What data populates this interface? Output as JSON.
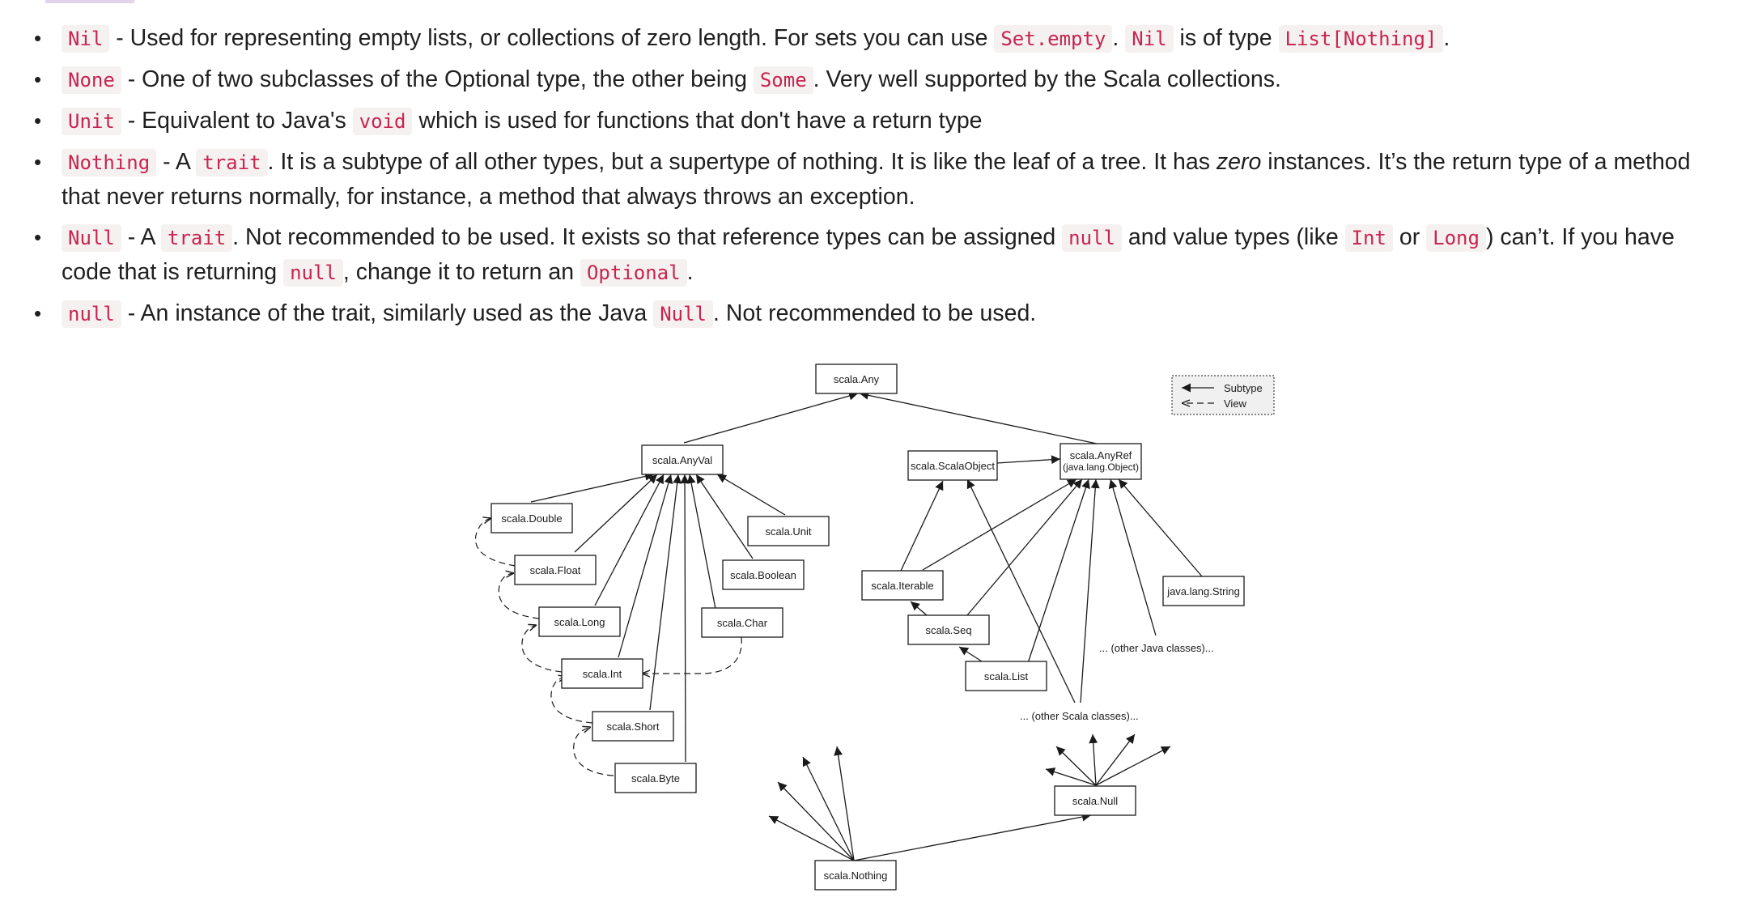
{
  "list": {
    "nil": {
      "code": "Nil",
      "t1": " - Used for representing empty lists, or collections of zero length. For sets you can use ",
      "code2": "Set.empty",
      "t2": ". ",
      "code3": "Nil",
      "t3": " is of type ",
      "code4": "List[Nothing]",
      "t4": "."
    },
    "none": {
      "code": "None",
      "t1": " - One of two subclasses of the Optional type, the other being ",
      "code2": "Some",
      "t2": ". Very well supported by the Scala collections."
    },
    "unit": {
      "code": "Unit",
      "t1": " - Equivalent to Java's ",
      "code2": "void",
      "t2": " which is used for functions that don't have a return type"
    },
    "nothing": {
      "code": "Nothing",
      "t1": " - A ",
      "code2": "trait",
      "t2": ". It is a subtype of all other types, but a supertype of nothing. It is like the leaf of a tree. It has ",
      "em": "zero",
      "t3": " instances. It’s the return type of a method that never returns normally, for instance, a method that always throws an exception."
    },
    "null_trait": {
      "code": "Null",
      "t1": " - A ",
      "code2": "trait",
      "t2": ". Not recommended to be used. It exists so that reference types can be assigned ",
      "code3": "null",
      "t3": " and value types (like ",
      "code4": "Int",
      "t4": " or ",
      "code5": "Long",
      "t5": ") can’t. If you have code that is returning ",
      "code6": "null",
      "t6": ", change it to return an ",
      "code7": "Optional",
      "t7": "."
    },
    "null_value": {
      "code": "null",
      "t1": " - An instance of the trait, similarly used as the Java ",
      "code2": "Null",
      "t2": ". Not recommended to be used."
    }
  },
  "diagram": {
    "any": "scala.Any",
    "anyval": "scala.AnyVal",
    "anyref_line1": "scala.AnyRef",
    "anyref_line2": "(java.lang.Object)",
    "scalaobject": "scala.ScalaObject",
    "double": "scala.Double",
    "float": "scala.Float",
    "long": "scala.Long",
    "int": "scala.Int",
    "short": "scala.Short",
    "byte": "scala.Byte",
    "unit": "scala.Unit",
    "boolean": "scala.Boolean",
    "char": "scala.Char",
    "iterable": "scala.Iterable",
    "seq": "scala.Seq",
    "list": "scala.List",
    "string": "java.lang.String",
    "other_java": "... (other Java classes)...",
    "other_scala": "... (other Scala classes)...",
    "null": "scala.Null",
    "nothing": "scala.Nothing",
    "legend_subtype": "Subtype",
    "legend_view": "View"
  }
}
